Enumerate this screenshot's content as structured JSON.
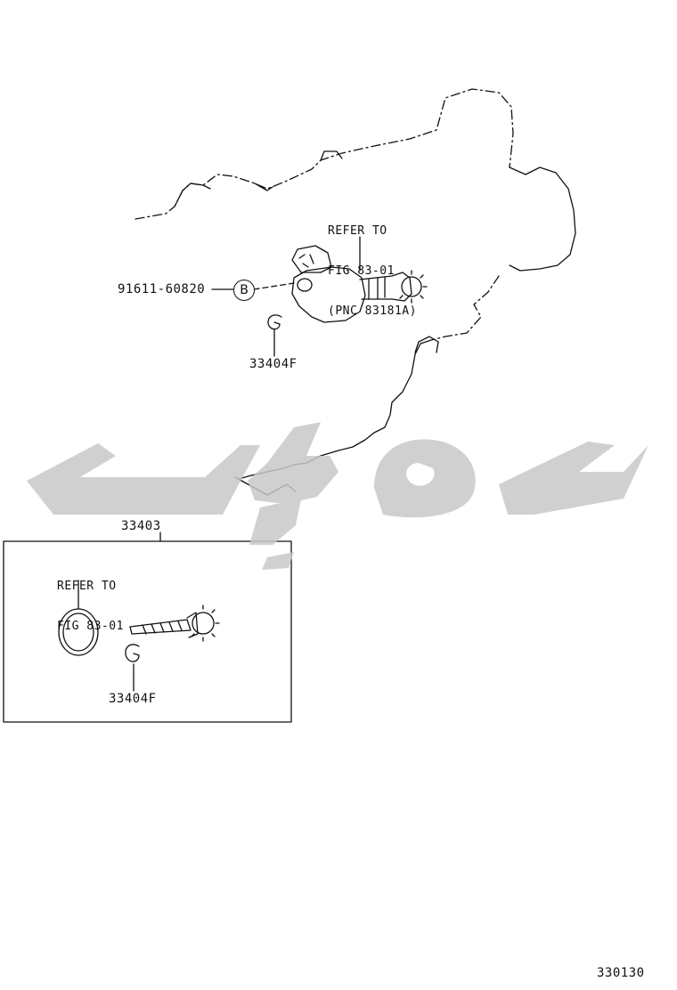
{
  "labels": {
    "refer_main_1": "REFER TO",
    "refer_main_2": "FIG 83-01",
    "refer_main_3": "(PNC 83181A)",
    "part_bolt": "91611-60820",
    "callout_b": "B",
    "part_clip_top": "33404F",
    "part_kit": "33403",
    "refer_kit_1": "REFER TO",
    "refer_kit_2": "FIG 83-01",
    "part_clip_bottom": "33404F",
    "figure_number": "330130"
  },
  "colors": {
    "line": "#111111",
    "watermark": "#c8c8c8",
    "background": "#ffffff"
  },
  "icons": {
    "watermark": "arabic-logo-watermark"
  }
}
